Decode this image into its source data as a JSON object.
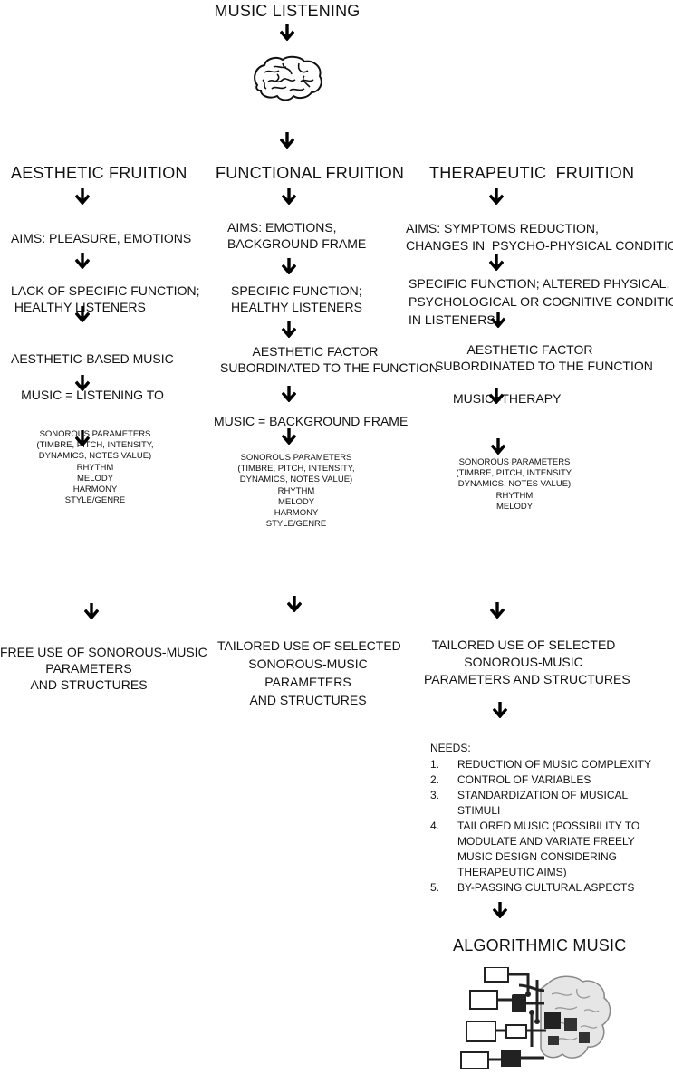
{
  "title": "MUSIC LISTENING",
  "columns": [
    {
      "header": "AESTHETIC FRUITION",
      "aims": "AIMS: PLEASURE, EMOTIONS",
      "function": "LACK OF SPECIFIC FUNCTION;\n HEALTHY LISTENERS",
      "factor": "AESTHETIC-BASED MUSIC",
      "music": "MUSIC = LISTENING TO",
      "parameters": "SONOROUS PARAMETERS\n(TIMBRE, PITCH, INTENSITY,\nDYNAMICS, NOTES VALUE)\nRHYTHM\nMELODY\nHARMONY\nSTYLE/GENRE",
      "use": "FREE USE OF SONOROUS-MUSIC\nPARAMETERS\nAND STRUCTURES"
    },
    {
      "header": "FUNCTIONAL FRUITION",
      "aims": "AIMS: EMOTIONS,\nBACKGROUND FRAME",
      "function": "SPECIFIC FUNCTION;\nHEALTHY LISTENERS",
      "factor": "AESTHETIC FACTOR\nSUBORDINATED TO THE FUNCTION",
      "music": "MUSIC = BACKGROUND FRAME",
      "parameters": "SONOROUS PARAMETERS\n(TIMBRE, PITCH, INTENSITY,\nDYNAMICS, NOTES VALUE)\nRHYTHM\nMELODY\nHARMONY\nSTYLE/GENRE",
      "use": "TAILORED USE OF SELECTED\nSONOROUS-MUSIC\nPARAMETERS\nAND STRUCTURES"
    },
    {
      "header": "THERAPEUTIC  FRUITION",
      "aims": "AIMS: SYMPTOMS REDUCTION,\nCHANGES IN  PSYCHO-PHYSICAL CONDITIONS",
      "function": "SPECIFIC FUNCTION; ALTERED PHYSICAL,\nPSYCHOLOGICAL OR COGNITIVE CONDITION\nIN LISTENERS",
      "factor": "AESTHETIC FACTOR\nSUBORDINATED TO THE FUNCTION",
      "music": "MUSIC=THERAPY",
      "parameters": "SONOROUS PARAMETERS\n(TIMBRE, PITCH, INTENSITY,\nDYNAMICS, NOTES VALUE)\nRHYTHM\nMELODY",
      "use": "TAILORED USE OF SELECTED\nSONOROUS-MUSIC\nPARAMETERS AND STRUCTURES"
    }
  ],
  "needs": {
    "title": "NEEDS:",
    "items": [
      {
        "num": "1.",
        "text": "REDUCTION OF MUSIC COMPLEXITY"
      },
      {
        "num": "2.",
        "text": "CONTROL OF VARIABLES"
      },
      {
        "num": "3.",
        "text": "STANDARDIZATION OF MUSICAL\nSTIMULI"
      },
      {
        "num": "4.",
        "text": "TAILORED MUSIC (POSSIBILITY TO\nMODULATE AND VARIATE FREELY\nMUSIC DESIGN CONSIDERING\nTHERAPEUTIC AIMS)"
      },
      {
        "num": "5.",
        "text": "BY-PASSING CULTURAL ASPECTS"
      }
    ]
  },
  "result": "ALGORITHMIC MUSIC",
  "icons": {
    "brain": "brain-icon",
    "algorithmic": "circuit-brain-icon",
    "arrow": "arrow-down-icon"
  }
}
